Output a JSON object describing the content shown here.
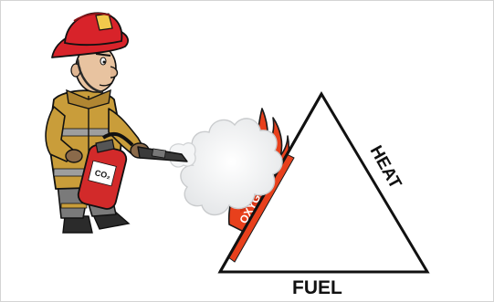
{
  "diagram": {
    "sides": {
      "left": "OXYGEN",
      "right": "HEAT",
      "bottom": "FUEL"
    },
    "extinguisher_label": "CO₂"
  },
  "colors": {
    "flame": "#e8401c",
    "flame_dark": "#c62f12",
    "helmet": "#d8232a",
    "jacket": "#c99d3a",
    "jacket_band": "#9e9e9e",
    "pants": "#7a7a7a",
    "extinguisher": "#d22a2a",
    "outline": "#1a1a1a"
  }
}
